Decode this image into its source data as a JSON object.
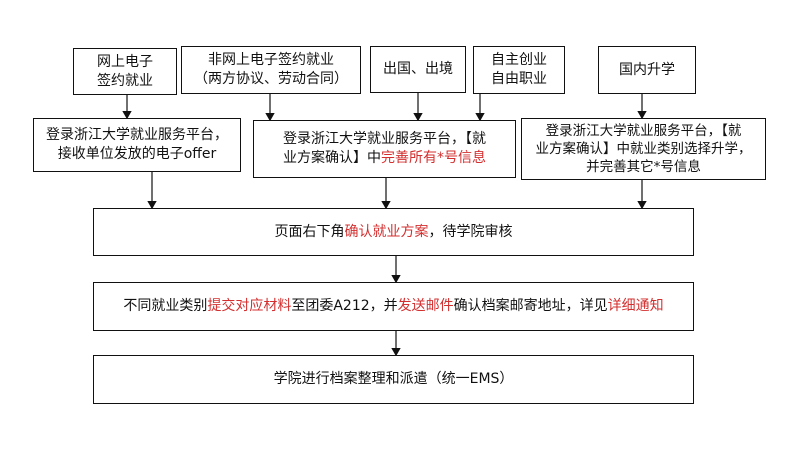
{
  "top": {
    "online_contract": [
      "网上电子",
      "签约就业"
    ],
    "offline_contract": [
      "非网上电子签约就业",
      "（两方协议、劳动合同）"
    ],
    "abroad": "出国、出境",
    "self_employed": [
      "自主创业",
      "自由职业"
    ],
    "domestic_study": "国内升学"
  },
  "middle": {
    "offer_step": [
      "登录浙江大学就业服务平台，",
      "接收单位发放的电子offer"
    ],
    "plan_step": {
      "line1": "登录浙江大学就业服务平台，【就",
      "line2_prefix": "业方案确认】中",
      "line2_highlight": "完善所有*号信息"
    },
    "study_step": [
      "登录浙江大学就业服务平台，【就",
      "业方案确认】中就业类别选择升学，",
      "并完善其它*号信息"
    ]
  },
  "confirm": {
    "prefix": "页面右下角",
    "highlight": "确认就业方案",
    "suffix": "，待学院审核"
  },
  "materials": {
    "part1": "不同就业类别",
    "highlight1": "提交对应材料",
    "part2": "至团委A212，并",
    "highlight2": "发送邮件",
    "part3": "确认档案邮寄地址，详见",
    "highlight3": "详细通知"
  },
  "dispatch": "学院进行档案整理和派遣（统一EMS）",
  "colors": {
    "highlight": "#d32f2f",
    "stroke": "#111111"
  }
}
